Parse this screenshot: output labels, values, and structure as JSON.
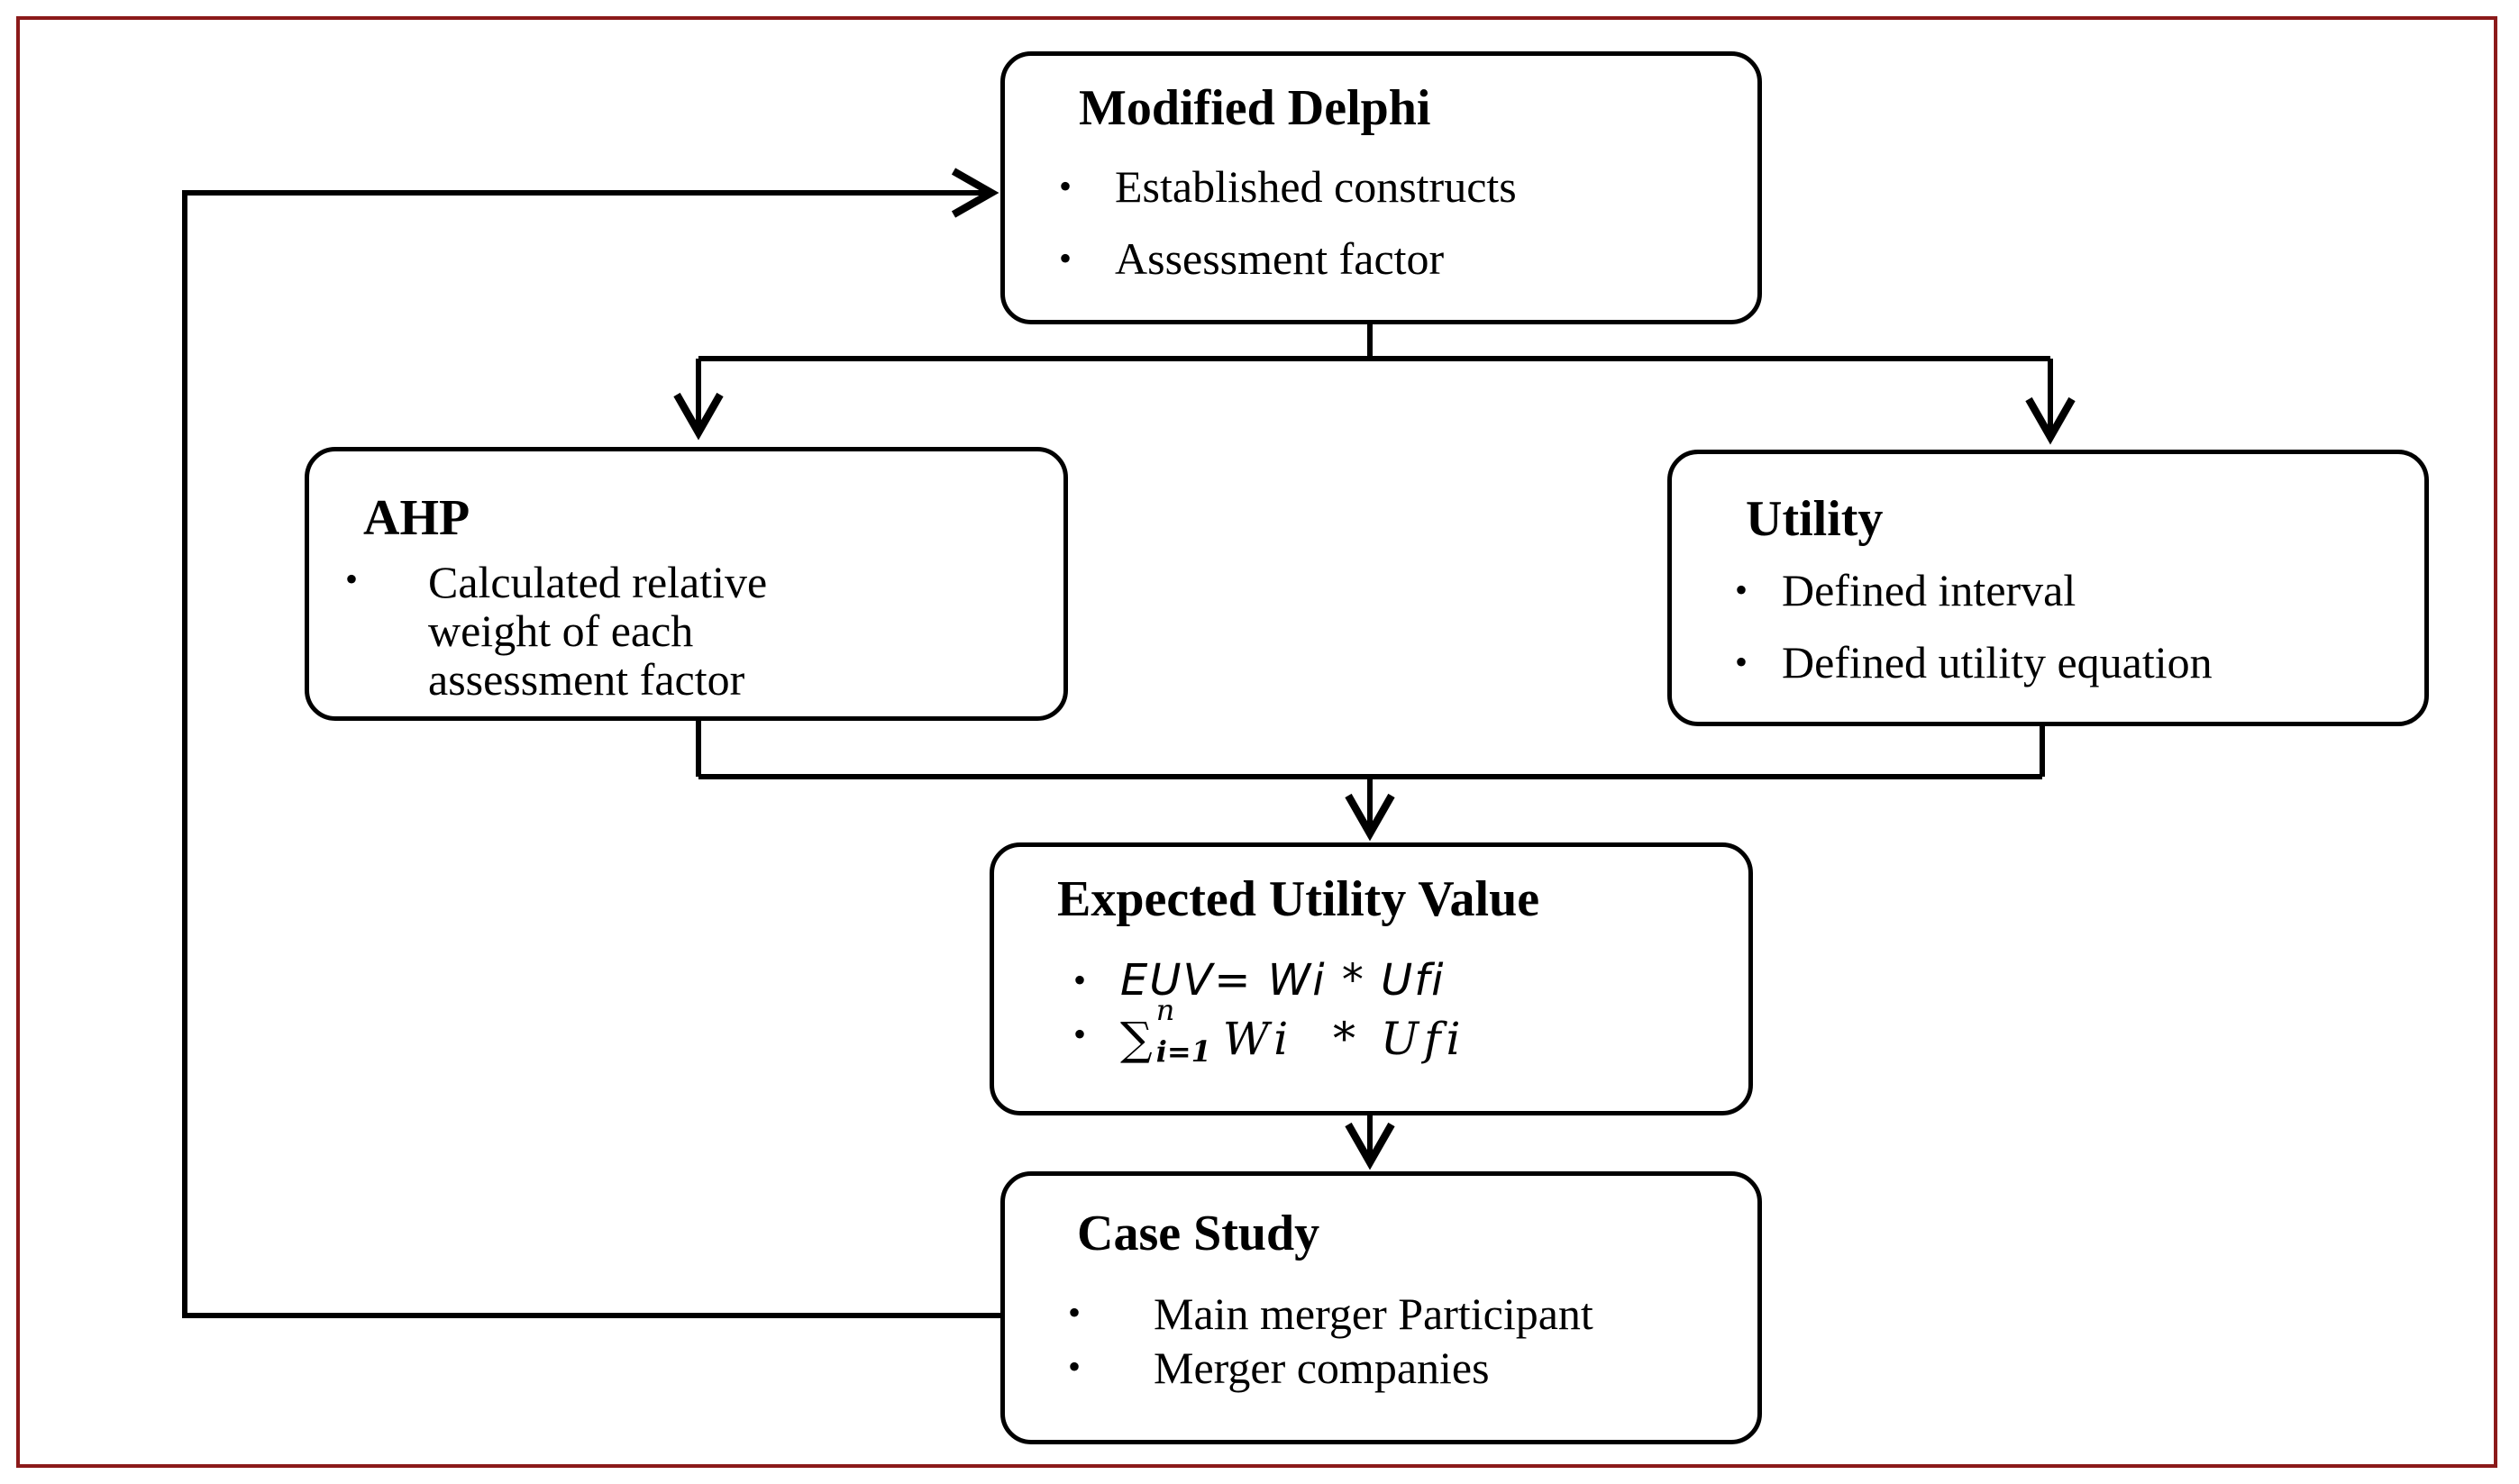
{
  "diagram": {
    "boxes": {
      "modified_delphi": {
        "title": "Modified Delphi",
        "items": [
          "Established constructs",
          "Assessment factor"
        ]
      },
      "ahp": {
        "title": "AHP",
        "items": [
          "Calculated relative",
          "weight of each",
          "assessment factor"
        ]
      },
      "utility": {
        "title": "Utility",
        "items": [
          "Defined interval",
          "Defined utility equation"
        ]
      },
      "euv": {
        "title": "Expected Utility Value",
        "formula1": "EUV= Wi * Ufi",
        "sum_symbol": "∑",
        "sum_upper": "n",
        "sum_lower": "i=1",
        "formula2": "Wi  * Ufi"
      },
      "case_study": {
        "title": "Case Study",
        "items": [
          "Main merger Participant",
          "Merger companies"
        ]
      }
    },
    "bullet": "•",
    "border_color": "#8b1a1a"
  }
}
